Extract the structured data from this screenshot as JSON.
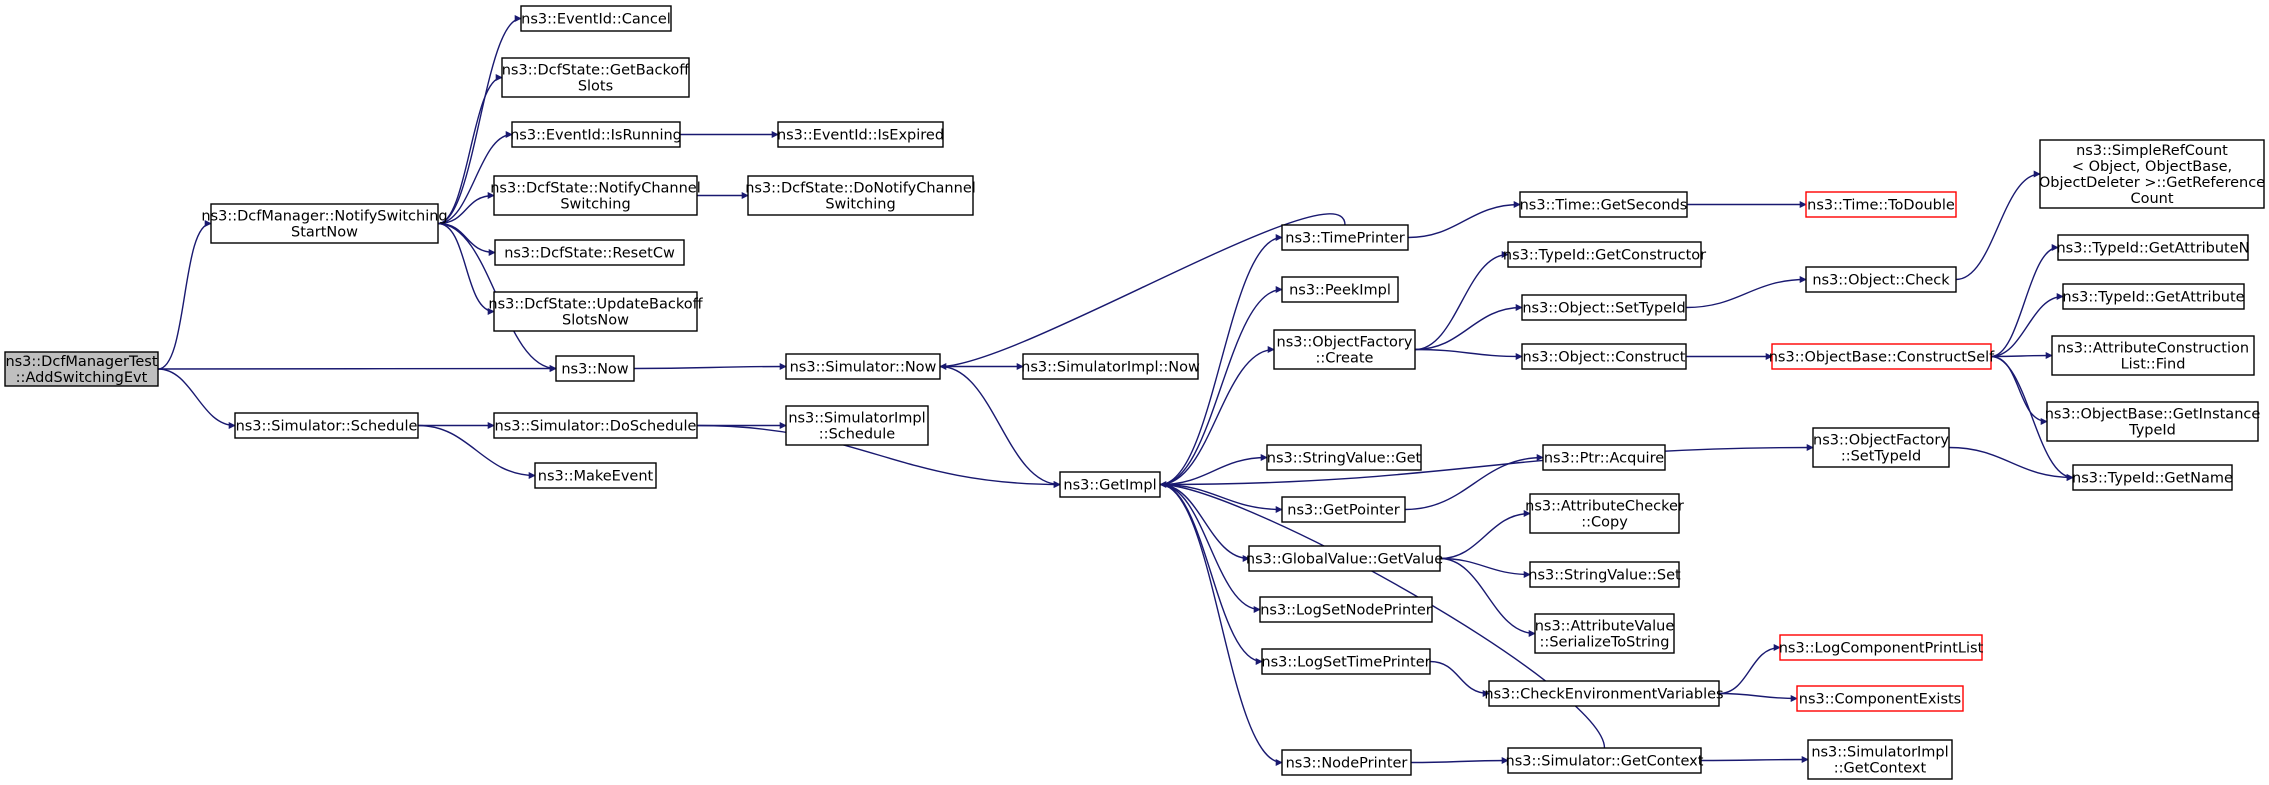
{
  "colors": {
    "edge": "#191970",
    "node_border": "#000000",
    "truncated_border": "#ff0000",
    "root_fill": "#bfbfbf"
  },
  "nodes": [
    {
      "id": "root",
      "lines": [
        "ns3::DcfManagerTest",
        "::AddSwitchingEvt"
      ],
      "root": true
    },
    {
      "id": "notify",
      "lines": [
        "ns3::DcfManager::NotifySwitching",
        "StartNow"
      ]
    },
    {
      "id": "schedule",
      "lines": [
        "ns3::Simulator::Schedule"
      ]
    },
    {
      "id": "cancel",
      "lines": [
        "ns3::EventId::Cancel"
      ]
    },
    {
      "id": "getbackoff",
      "lines": [
        "ns3::DcfState::GetBackoff",
        "Slots"
      ]
    },
    {
      "id": "isrunning",
      "lines": [
        "ns3::EventId::IsRunning"
      ]
    },
    {
      "id": "isexpired",
      "lines": [
        "ns3::EventId::IsExpired"
      ]
    },
    {
      "id": "notifychan",
      "lines": [
        "ns3::DcfState::NotifyChannel",
        "Switching"
      ]
    },
    {
      "id": "donotifychan",
      "lines": [
        "ns3::DcfState::DoNotifyChannel",
        "Switching"
      ]
    },
    {
      "id": "resetcw",
      "lines": [
        "ns3::DcfState::ResetCw"
      ]
    },
    {
      "id": "updatebackoff",
      "lines": [
        "ns3::DcfState::UpdateBackoff",
        "SlotsNow"
      ]
    },
    {
      "id": "now",
      "lines": [
        "ns3::Now"
      ]
    },
    {
      "id": "doschedule",
      "lines": [
        "ns3::Simulator::DoSchedule"
      ]
    },
    {
      "id": "makeevent",
      "lines": [
        "ns3::MakeEvent"
      ]
    },
    {
      "id": "simnow",
      "lines": [
        "ns3::Simulator::Now"
      ]
    },
    {
      "id": "implnow",
      "lines": [
        "ns3::SimulatorImpl::Now"
      ]
    },
    {
      "id": "implschedule",
      "lines": [
        "ns3::SimulatorImpl",
        "::Schedule"
      ]
    },
    {
      "id": "getimpl",
      "lines": [
        "ns3::GetImpl"
      ]
    },
    {
      "id": "timeprinter",
      "lines": [
        "ns3::TimePrinter"
      ]
    },
    {
      "id": "peekimpl",
      "lines": [
        "ns3::PeekImpl"
      ]
    },
    {
      "id": "ofcreate",
      "lines": [
        "ns3::ObjectFactory",
        "::Create"
      ]
    },
    {
      "id": "stringget",
      "lines": [
        "ns3::StringValue::Get"
      ]
    },
    {
      "id": "getpointer",
      "lines": [
        "ns3::GetPointer"
      ]
    },
    {
      "id": "gvgetvalue",
      "lines": [
        "ns3::GlobalValue::GetValue"
      ]
    },
    {
      "id": "logsetnode",
      "lines": [
        "ns3::LogSetNodePrinter"
      ]
    },
    {
      "id": "logsettime",
      "lines": [
        "ns3::LogSetTimePrinter"
      ]
    },
    {
      "id": "nodeprinter",
      "lines": [
        "ns3::NodePrinter"
      ]
    },
    {
      "id": "getseconds",
      "lines": [
        "ns3::Time::GetSeconds"
      ]
    },
    {
      "id": "todouble",
      "lines": [
        "ns3::Time::ToDouble"
      ],
      "truncated": true
    },
    {
      "id": "getconstructor",
      "lines": [
        "ns3::TypeId::GetConstructor"
      ]
    },
    {
      "id": "settypeid",
      "lines": [
        "ns3::Object::SetTypeId"
      ]
    },
    {
      "id": "construct",
      "lines": [
        "ns3::Object::Construct"
      ]
    },
    {
      "id": "objcheck",
      "lines": [
        "ns3::Object::Check"
      ]
    },
    {
      "id": "constructself",
      "lines": [
        "ns3::ObjectBase::ConstructSelf"
      ],
      "truncated": true
    },
    {
      "id": "ofsettypeid",
      "lines": [
        "ns3::ObjectFactory",
        "::SetTypeId"
      ]
    },
    {
      "id": "ptracquire",
      "lines": [
        "ns3::Ptr::Acquire"
      ]
    },
    {
      "id": "accopy",
      "lines": [
        "ns3::AttributeChecker",
        "::Copy"
      ]
    },
    {
      "id": "stringset",
      "lines": [
        "ns3::StringValue::Set"
      ]
    },
    {
      "id": "avserialize",
      "lines": [
        "ns3::AttributeValue",
        "::SerializeToString"
      ]
    },
    {
      "id": "checkenv",
      "lines": [
        "ns3::CheckEnvironmentVariables"
      ]
    },
    {
      "id": "getcontext",
      "lines": [
        "ns3::Simulator::GetContext"
      ]
    },
    {
      "id": "logcompprint",
      "lines": [
        "ns3::LogComponentPrintList"
      ],
      "truncated": true
    },
    {
      "id": "compexists",
      "lines": [
        "ns3::ComponentExists"
      ],
      "truncated": true
    },
    {
      "id": "implgetcontext",
      "lines": [
        "ns3::SimulatorImpl",
        "::GetContext"
      ]
    },
    {
      "id": "simplerefcount",
      "lines": [
        "ns3::SimpleRefCount",
        "< Object, ObjectBase,",
        "ObjectDeleter >::GetReference",
        "Count"
      ]
    },
    {
      "id": "getattrn",
      "lines": [
        "ns3::TypeId::GetAttributeN"
      ]
    },
    {
      "id": "getattr",
      "lines": [
        "ns3::TypeId::GetAttribute"
      ]
    },
    {
      "id": "acfind",
      "lines": [
        "ns3::AttributeConstruction",
        "List::Find"
      ]
    },
    {
      "id": "getinstancetypeid",
      "lines": [
        "ns3::ObjectBase::GetInstance",
        "TypeId"
      ]
    },
    {
      "id": "getname",
      "lines": [
        "ns3::TypeId::GetName"
      ]
    }
  ],
  "edges": [
    [
      "root",
      "notify"
    ],
    [
      "root",
      "now"
    ],
    [
      "root",
      "schedule"
    ],
    [
      "notify",
      "cancel"
    ],
    [
      "notify",
      "getbackoff"
    ],
    [
      "notify",
      "isrunning"
    ],
    [
      "notify",
      "notifychan"
    ],
    [
      "notify",
      "resetcw"
    ],
    [
      "notify",
      "updatebackoff"
    ],
    [
      "notify",
      "now"
    ],
    [
      "isrunning",
      "isexpired"
    ],
    [
      "notifychan",
      "donotifychan"
    ],
    [
      "schedule",
      "doschedule"
    ],
    [
      "schedule",
      "makeevent"
    ],
    [
      "doschedule",
      "implschedule"
    ],
    [
      "doschedule",
      "getimpl"
    ],
    [
      "now",
      "simnow"
    ],
    [
      "simnow",
      "implnow"
    ],
    [
      "simnow",
      "getimpl"
    ],
    [
      "getimpl",
      "timeprinter"
    ],
    [
      "getimpl",
      "peekimpl"
    ],
    [
      "getimpl",
      "ofcreate"
    ],
    [
      "getimpl",
      "ofsettypeid"
    ],
    [
      "getimpl",
      "stringget"
    ],
    [
      "getimpl",
      "getpointer"
    ],
    [
      "getimpl",
      "gvgetvalue"
    ],
    [
      "getimpl",
      "logsetnode"
    ],
    [
      "getimpl",
      "logsettime"
    ],
    [
      "getimpl",
      "nodeprinter"
    ],
    [
      "timeprinter",
      "simnow"
    ],
    [
      "timeprinter",
      "getseconds"
    ],
    [
      "getseconds",
      "todouble"
    ],
    [
      "ofcreate",
      "getconstructor"
    ],
    [
      "ofcreate",
      "settypeid"
    ],
    [
      "ofcreate",
      "construct"
    ],
    [
      "settypeid",
      "objcheck"
    ],
    [
      "objcheck",
      "simplerefcount"
    ],
    [
      "construct",
      "constructself"
    ],
    [
      "constructself",
      "getattrn"
    ],
    [
      "constructself",
      "getattr"
    ],
    [
      "constructself",
      "acfind"
    ],
    [
      "constructself",
      "getinstancetypeid"
    ],
    [
      "constructself",
      "getname"
    ],
    [
      "ofsettypeid",
      "getname"
    ],
    [
      "getpointer",
      "ptracquire"
    ],
    [
      "gvgetvalue",
      "accopy"
    ],
    [
      "gvgetvalue",
      "stringset"
    ],
    [
      "gvgetvalue",
      "avserialize"
    ],
    [
      "logsettime",
      "checkenv"
    ],
    [
      "checkenv",
      "logcompprint"
    ],
    [
      "checkenv",
      "compexists"
    ],
    [
      "nodeprinter",
      "getcontext"
    ],
    [
      "getcontext",
      "getimpl"
    ],
    [
      "getcontext",
      "implgetcontext"
    ]
  ]
}
